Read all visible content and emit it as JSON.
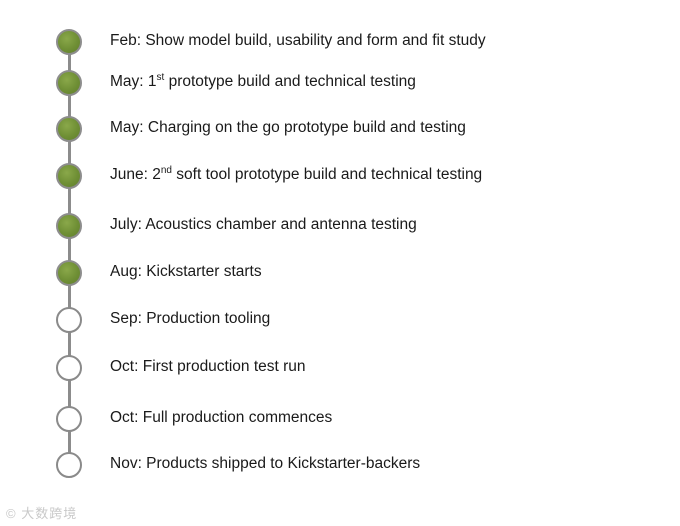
{
  "milestones": [
    {
      "prefix": "Feb: Show model build, usability and form and fit study",
      "sup": "",
      "suffix": "",
      "status": "done"
    },
    {
      "prefix": "May: 1",
      "sup": "st",
      "suffix": " prototype build and technical testing",
      "status": "done"
    },
    {
      "prefix": "May: Charging on the go prototype build and testing",
      "sup": "",
      "suffix": "",
      "status": "done"
    },
    {
      "prefix": "June: 2",
      "sup": "nd",
      "suffix": " soft tool prototype build and technical testing",
      "status": "done"
    },
    {
      "prefix": "July: Acoustics chamber and antenna testing",
      "sup": "",
      "suffix": "",
      "status": "done"
    },
    {
      "prefix": "Aug: Kickstarter starts",
      "sup": "",
      "suffix": "",
      "status": "done"
    },
    {
      "prefix": "Sep: Production tooling",
      "sup": "",
      "suffix": "",
      "status": "pending"
    },
    {
      "prefix": "Oct: First production test run",
      "sup": "",
      "suffix": "",
      "status": "pending"
    },
    {
      "prefix": "Oct: Full production commences",
      "sup": "",
      "suffix": "",
      "status": "pending"
    },
    {
      "prefix": "Nov: Products shipped to Kickstarter-backers",
      "sup": "",
      "suffix": "",
      "status": "pending"
    }
  ],
  "watermark": "© 大数跨境",
  "colors": {
    "done_fill": "#6f8f35",
    "node_border": "#8a8a8a",
    "track": "#8c8c8c",
    "text": "#1a1a1a"
  }
}
